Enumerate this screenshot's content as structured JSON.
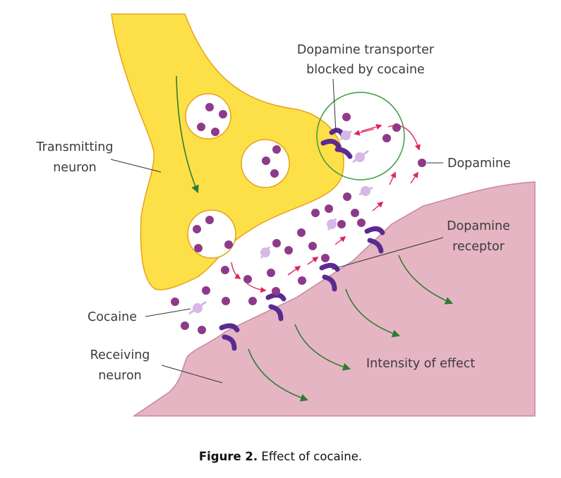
{
  "labels": {
    "transporter_line1": "Dopamine transporter",
    "transporter_line2": "blocked by cocaine",
    "transmitting_line1": "Transmitting",
    "transmitting_line2": "neuron",
    "dopamine": "Dopamine",
    "receptor_line1": "Dopamine",
    "receptor_line2": "receptor",
    "cocaine": "Cocaine",
    "receiving_line1": "Receiving",
    "receiving_line2": "neuron",
    "intensity": "Intensity of effect"
  },
  "caption": {
    "bold": "Figure 2.",
    "text": " Effect of cocaine."
  },
  "colors": {
    "transmitting_neuron": "#fde047",
    "transmitting_outline": "#e6a21a",
    "receiving_neuron": "#e6b5c4",
    "receiving_outline": "#c9869c",
    "dopamine": "#8e3a8a",
    "cocaine": "#d5b8e6",
    "receptor": "#5b2a91",
    "reuptake_arrow": "#e0245e",
    "effect_arrow": "#2e7d32",
    "highlight_circle": "#3f9a3f"
  }
}
